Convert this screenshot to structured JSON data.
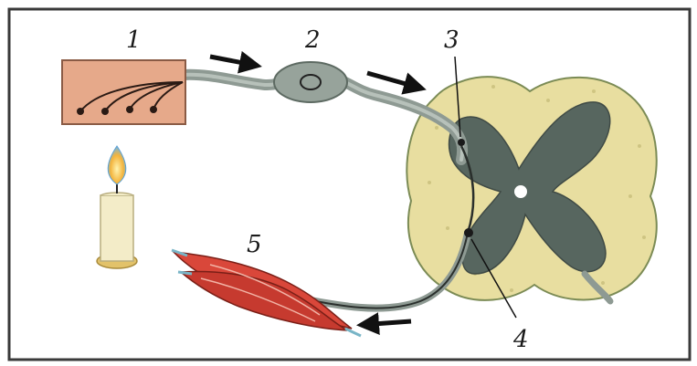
{
  "labels": {
    "receptor": "1",
    "ganglion": "2",
    "interneuron": "3",
    "motor_neuron": "4",
    "muscle": "5"
  },
  "colors": {
    "frame": "#3a3a3a",
    "receptor_fill": "#e6a98a",
    "nerve": "#8e9a93",
    "gray_matter": "#57665f",
    "white_matter": "#e8dea0",
    "muscle": "#d9473a",
    "candle": "#f3ecc8",
    "flame": "#f4b43c"
  }
}
